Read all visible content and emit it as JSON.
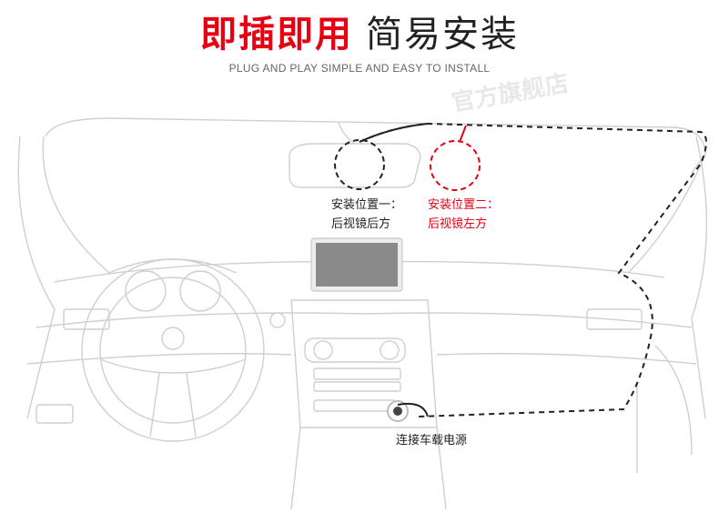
{
  "header": {
    "title_red": "即插即用",
    "title_dark": "简易安装",
    "subtitle": "PLUG AND PLAY SIMPLE AND EASY TO INSTALL"
  },
  "watermark": "官方旗舰店",
  "positions": {
    "one": {
      "line1": "安装位置一：",
      "line2": "后视镜后方",
      "color": "#222222"
    },
    "two": {
      "line1": "安装位置二：",
      "line2": "后视镜左方",
      "color": "#e60012"
    }
  },
  "power": {
    "label": "连接车载电源"
  },
  "colors": {
    "accent": "#e60012",
    "line": "#cfcfcf",
    "screen": "#8a8a8a"
  }
}
